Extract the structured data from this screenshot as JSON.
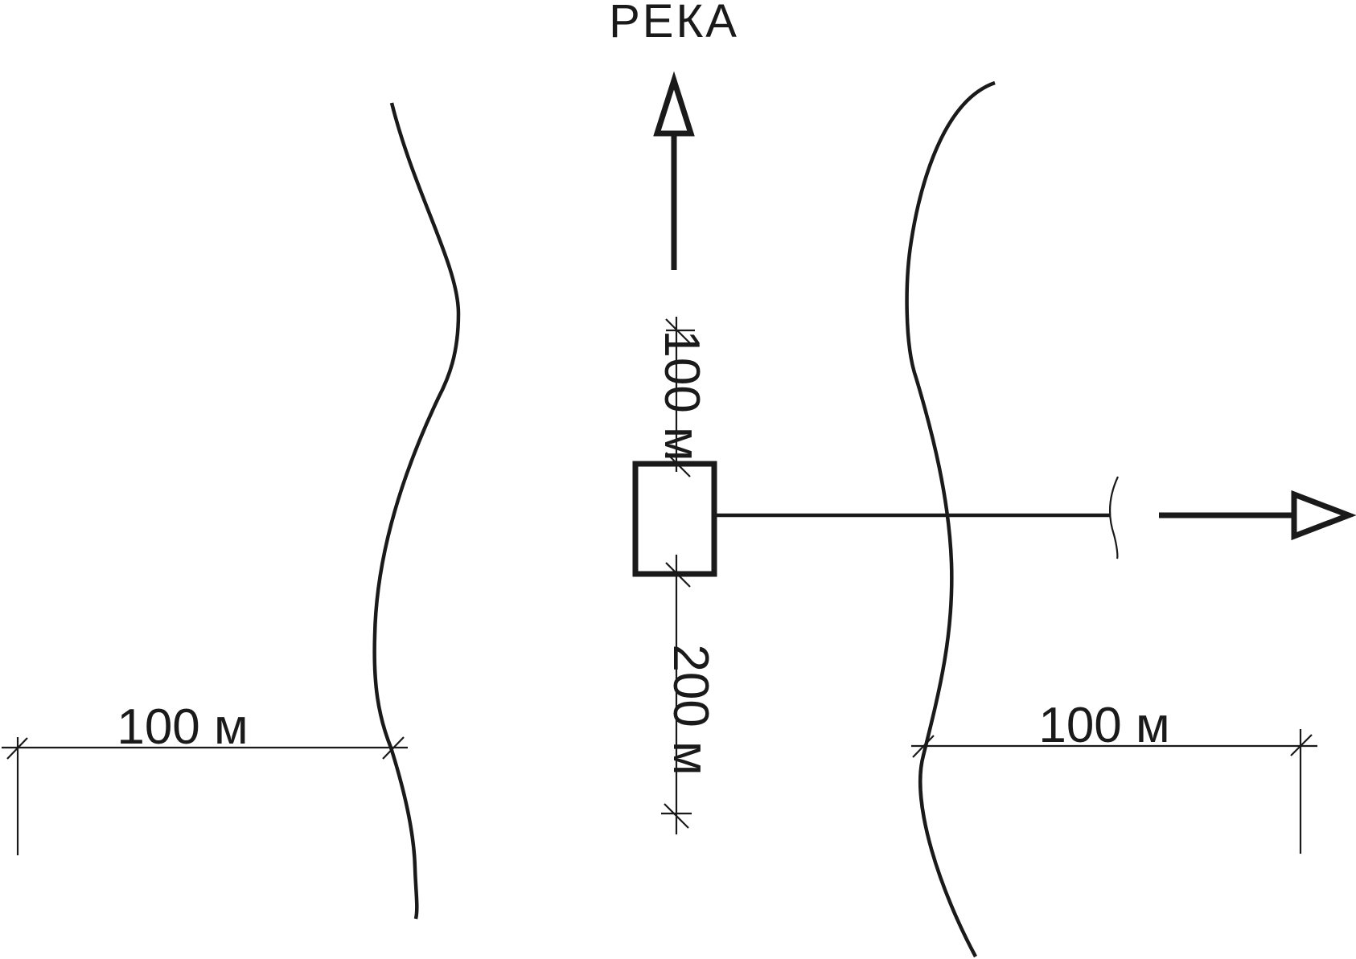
{
  "title": "РЕКА",
  "dimensions": {
    "left_bank_offset": "100 м",
    "right_bank_offset": "100 м",
    "upstream": "100 м",
    "downstream": "200 м"
  },
  "colors": {
    "stroke": "#1a1a1a",
    "background": "#ffffff"
  }
}
